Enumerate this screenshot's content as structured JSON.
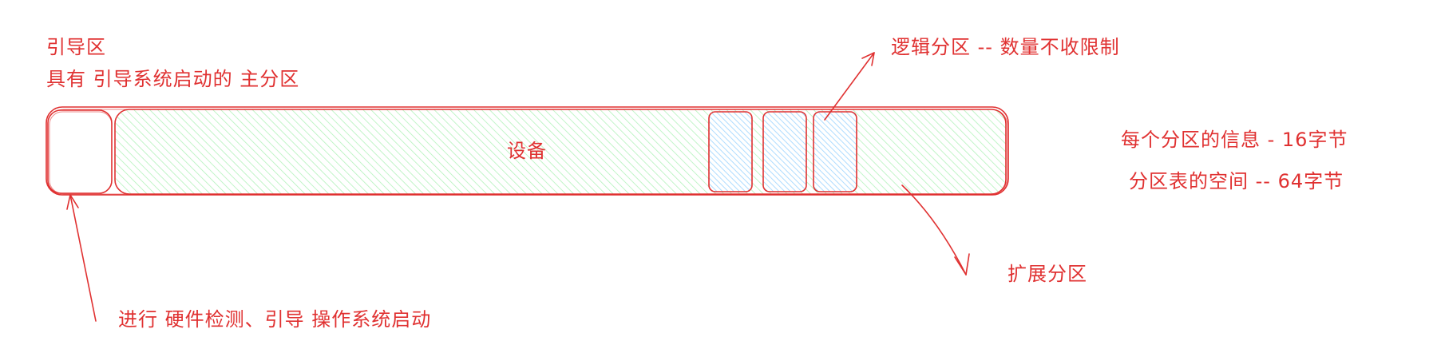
{
  "colors": {
    "stroke": "#e03131",
    "device_fill": "#b2f2bb",
    "logical_fill": "#a5d8ff"
  },
  "labels": {
    "boot_title": "引导区",
    "boot_desc": "具有 引导系统启动的 主分区",
    "boot_note": "进行 硬件检测、引导 操作系统启动",
    "device": "设备",
    "logical": "逻辑分区 -- 数量不收限制",
    "extended": "扩展分区",
    "partition_info": "每个分区的信息 - 16字节",
    "table_space": "分区表的空间  -- 64字节"
  }
}
